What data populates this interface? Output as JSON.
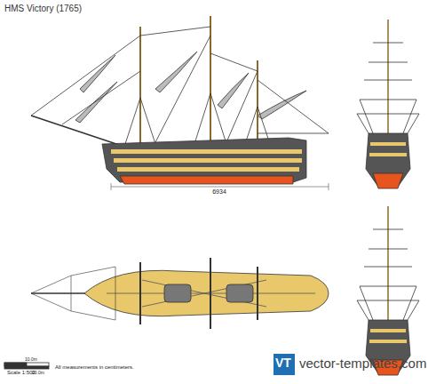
{
  "diagram": {
    "title": "HMS Victory (1765)",
    "labels": [
      "6934",
      "Scale 1:500",
      "10.0m",
      "20.0m",
      "All measurements in centimeters.",
      "VT",
      "vector-templates.com"
    ]
  }
}
